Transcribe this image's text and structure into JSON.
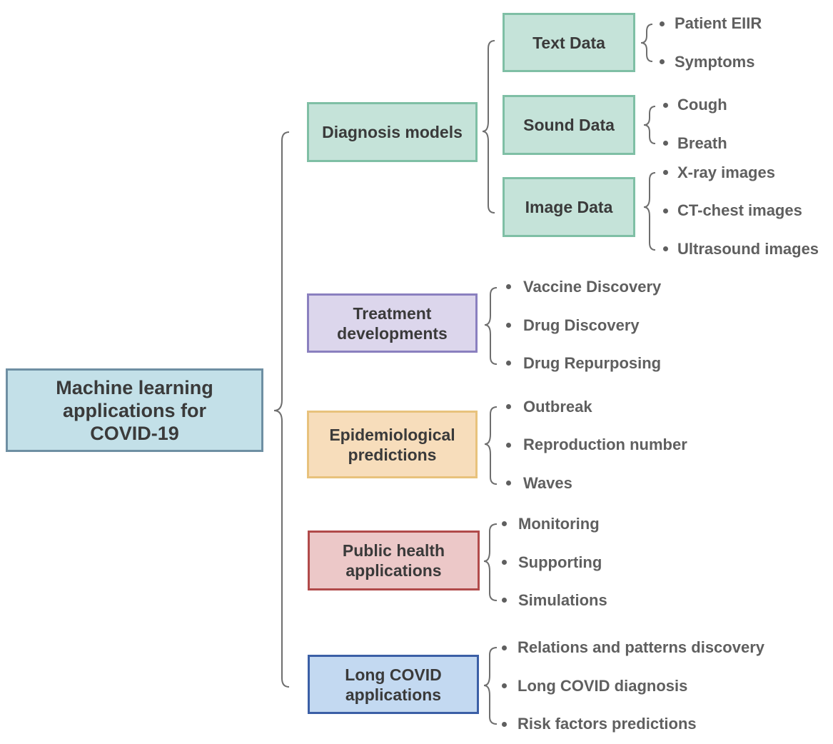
{
  "root": {
    "label": "Machine learning\napplications for\nCOVID-19"
  },
  "categories": {
    "diagnosis": {
      "label": "Diagnosis models",
      "color": "#c5e3d9",
      "border": "#7fbfa5"
    },
    "treatment": {
      "label": "Treatment\ndevelopments",
      "color": "#dcd6ec",
      "border": "#8a80bf",
      "items": [
        "Vaccine Discovery",
        "Drug Discovery",
        "Drug Repurposing"
      ]
    },
    "epidemiology": {
      "label": "Epidemiological\npredictions",
      "color": "#f7ddbb",
      "border": "#e8c27c",
      "items": [
        "Outbreak",
        "Reproduction number",
        "Waves"
      ]
    },
    "public_health": {
      "label": "Public health\napplications",
      "color": "#ecc8c8",
      "border": "#b14a4a",
      "items": [
        "Monitoring",
        "Supporting",
        "Simulations"
      ]
    },
    "long_covid": {
      "label": "Long COVID\napplications",
      "color": "#c3d9f1",
      "border": "#3b5fa6",
      "items": [
        "Relations and patterns discovery",
        "Long COVID diagnosis",
        "Risk factors predictions"
      ]
    }
  },
  "diagnosis_data": {
    "text": {
      "label": "Text Data",
      "items": [
        "Patient EIIR",
        "Symptoms"
      ]
    },
    "sound": {
      "label": "Sound Data",
      "items": [
        "Cough",
        "Breath"
      ]
    },
    "image": {
      "label": "Image Data",
      "items": [
        "X-ray images",
        "CT-chest images",
        "Ultrasound images"
      ]
    }
  },
  "colors": {
    "root_fill": "#c3e0e8",
    "root_border": "#6e8fa3",
    "data_fill": "#c5e3d9",
    "data_border": "#7fbfa5",
    "line": "#6e6e6e",
    "item_text": "#5f5f5f"
  }
}
